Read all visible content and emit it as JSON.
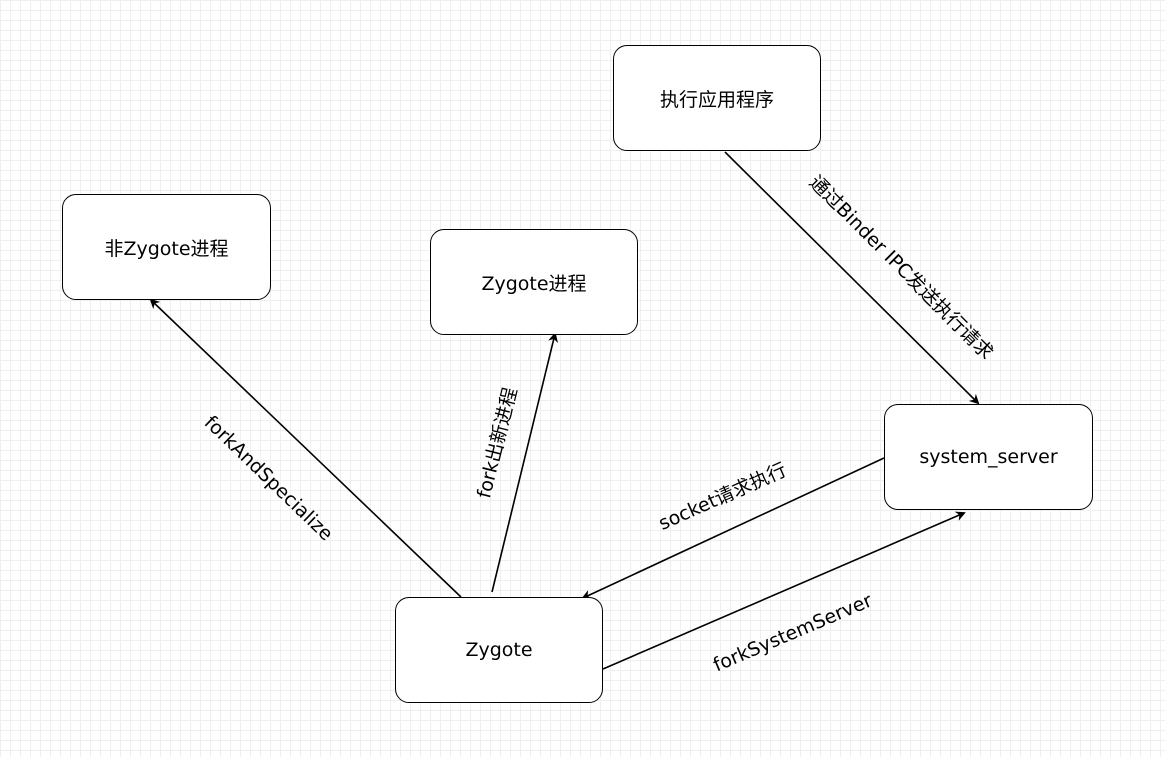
{
  "nodes": {
    "app": "执行应用程序",
    "non_zygote": "非Zygote进程",
    "zygote_proc": "Zygote进程",
    "system_server": "system_server",
    "zygote": "Zygote"
  },
  "edges": {
    "app_to_system_server": "通过Binder IPC发送执行请求",
    "zygote_to_non_zygote": "forkAndSpecialize",
    "zygote_to_zygote_proc": "fork出新进程",
    "system_server_to_zygote": "socket请求执行",
    "zygote_to_system_server": "forkSystemServer"
  }
}
